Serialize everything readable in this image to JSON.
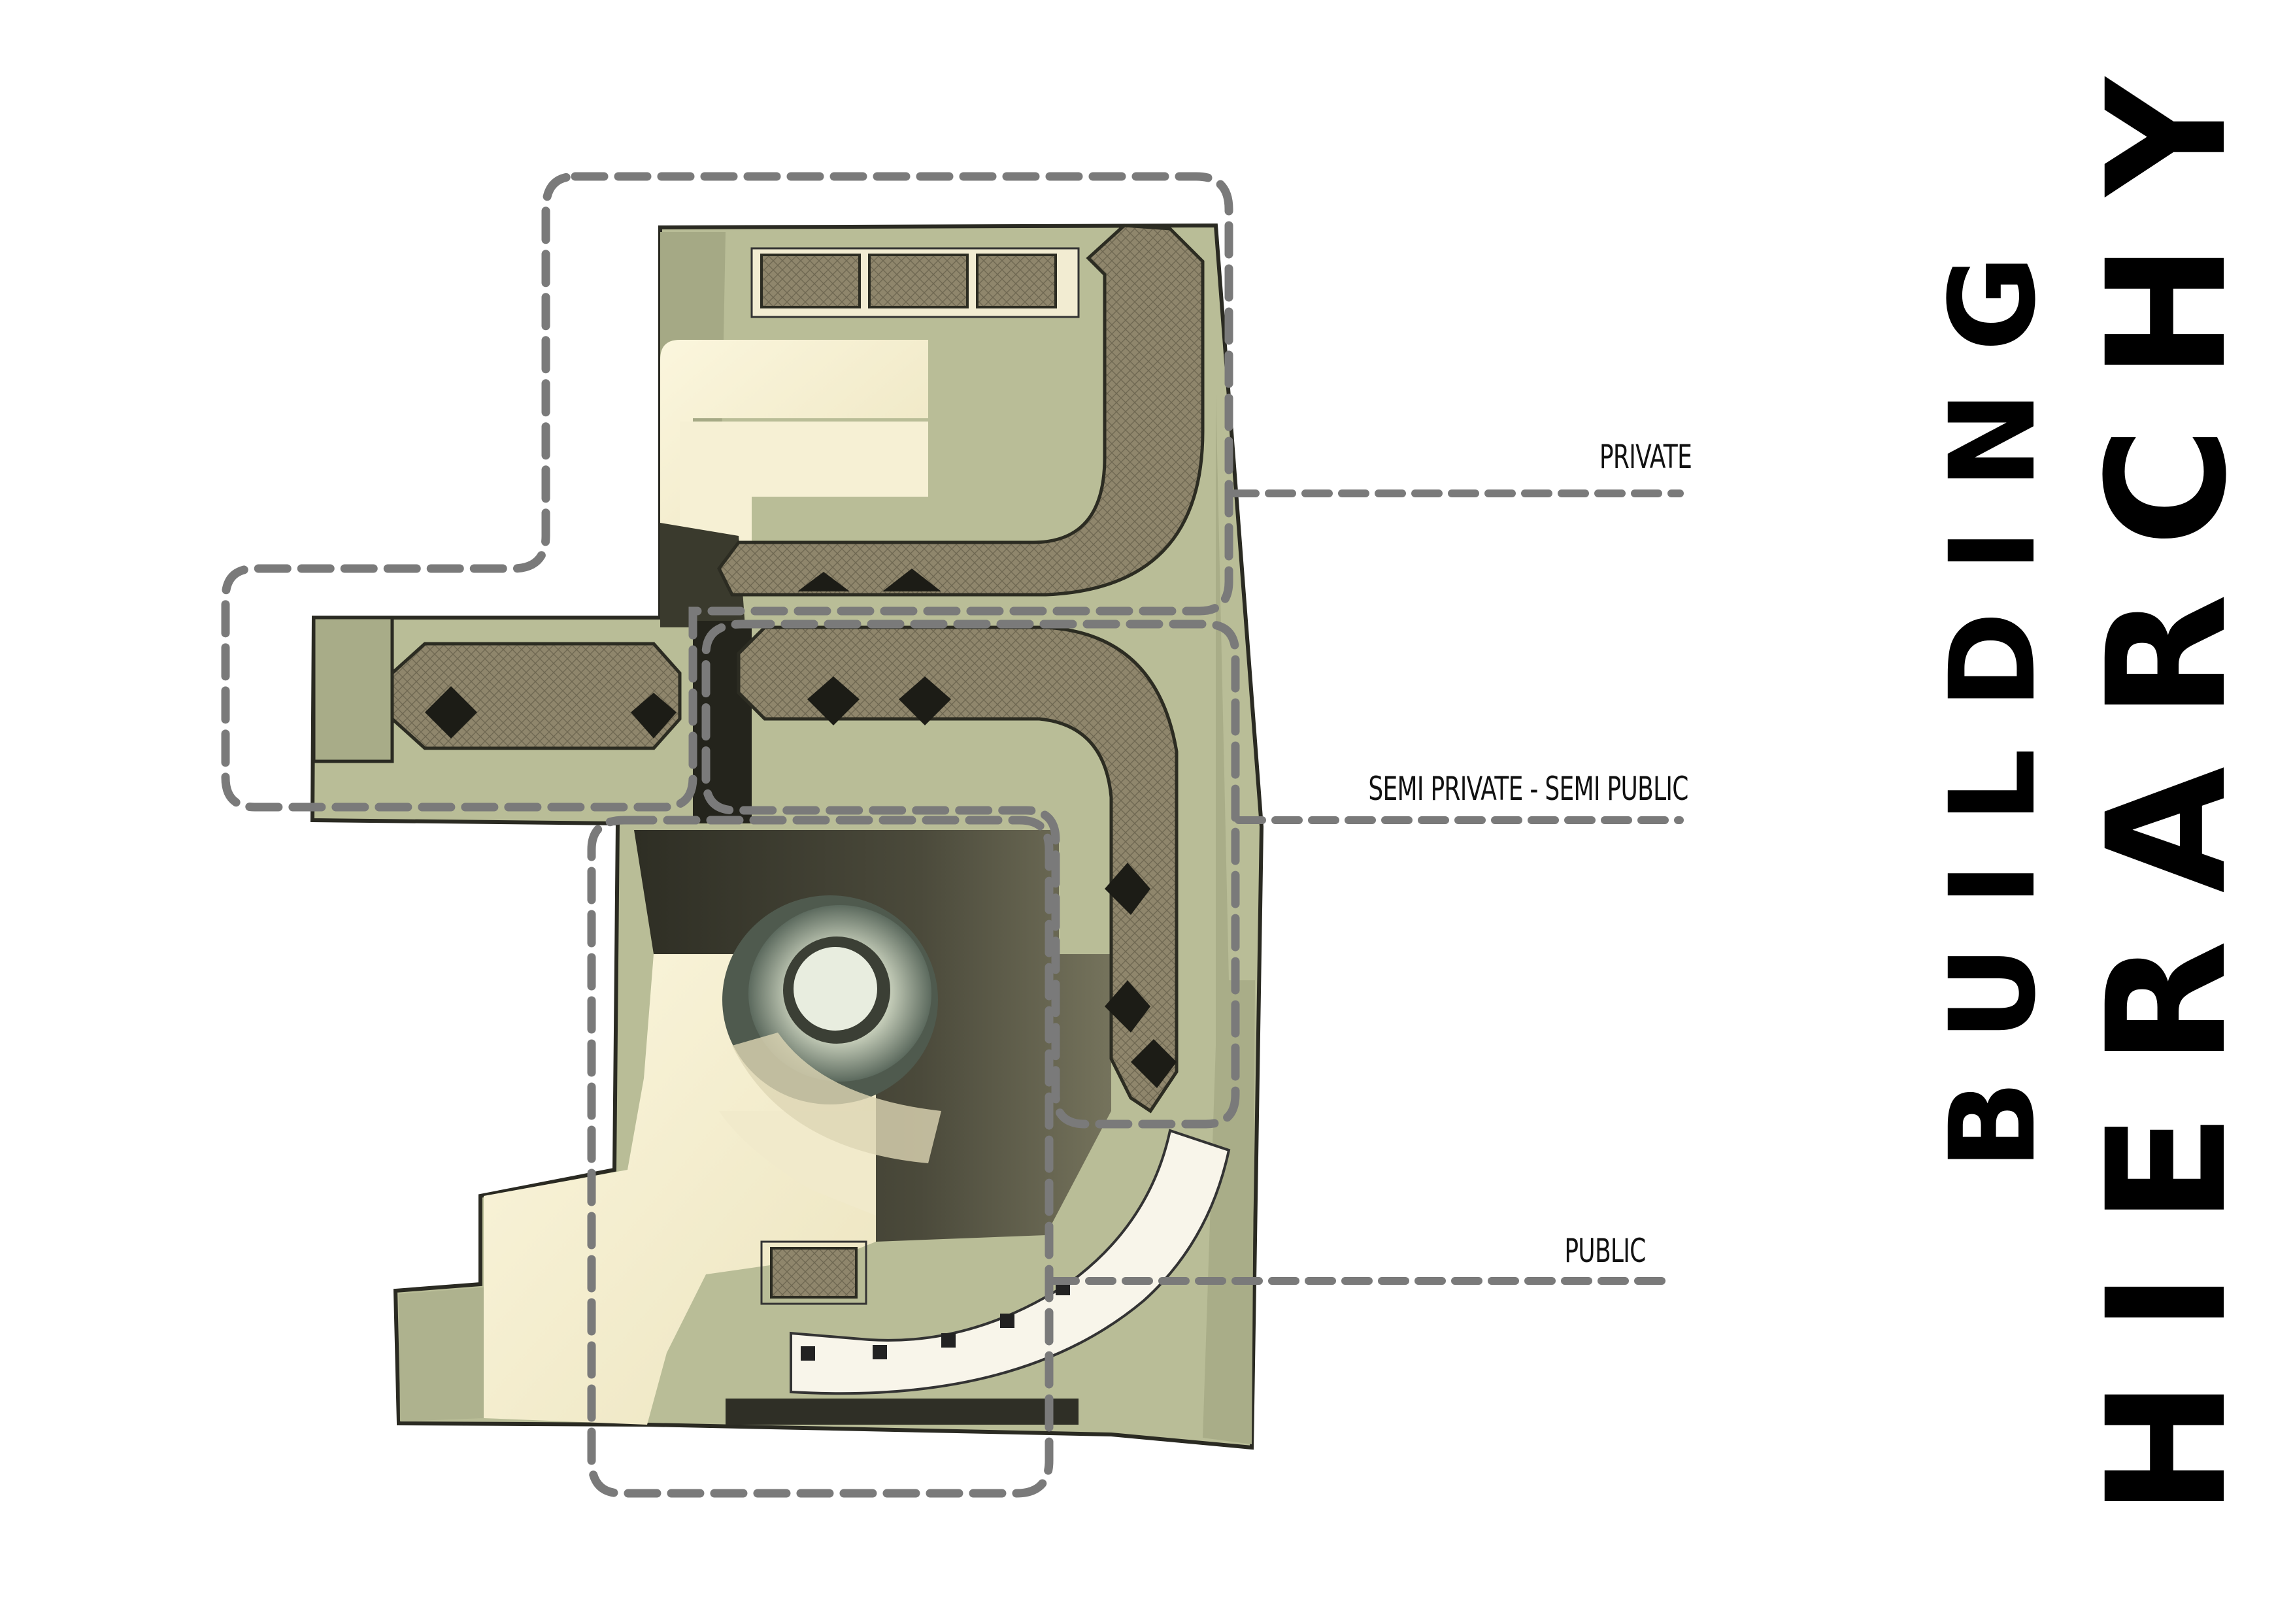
{
  "title": {
    "line1": "BUILDING",
    "line2": "HIERARCHY"
  },
  "zones": {
    "private": "PRIVATE",
    "semi": "SEMI PRIVATE - SEMI PUBLIC",
    "public": "PUBLIC"
  },
  "colors": {
    "dashed_outline": "#7a7a7a",
    "roof_tone": "#8c836b",
    "shadow_tone": "#3a3a2c",
    "ground_tone": "#c6c9a6",
    "plaza_tone": "#f3eed2"
  }
}
